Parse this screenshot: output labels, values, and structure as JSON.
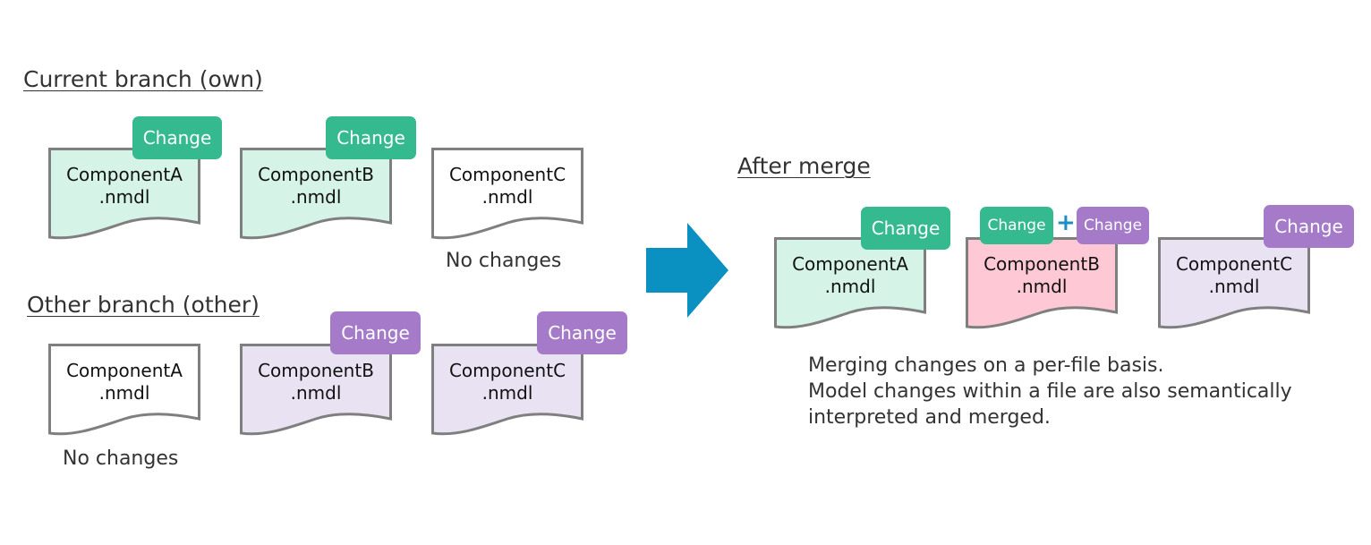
{
  "colors": {
    "green_tag": "#35b98f",
    "purple_tag": "#a57ac9",
    "green_fill": "#d5f3e7",
    "purple_fill": "#e8e2f2",
    "pink_fill": "#fec8d4",
    "white_fill": "#ffffff",
    "doc_border": "#7f7f7f",
    "arrow": "#0a91c2"
  },
  "own": {
    "title": "Current branch (own)",
    "files": [
      {
        "name": "ComponentA",
        "ext": ".nmdl",
        "tag": "Change"
      },
      {
        "name": "ComponentB",
        "ext": ".nmdl",
        "tag": "Change"
      },
      {
        "name": "ComponentC",
        "ext": ".nmdl",
        "note": "No changes"
      }
    ]
  },
  "other": {
    "title": "Other branch (other)",
    "files": [
      {
        "name": "ComponentA",
        "ext": ".nmdl",
        "note": "No changes"
      },
      {
        "name": "ComponentB",
        "ext": ".nmdl",
        "tag": "Change"
      },
      {
        "name": "ComponentC",
        "ext": ".nmdl",
        "tag": "Change"
      }
    ]
  },
  "merged": {
    "title": "After merge",
    "plus": "+",
    "files": [
      {
        "name": "ComponentA",
        "ext": ".nmdl",
        "tag": "Change"
      },
      {
        "name": "ComponentB",
        "ext": ".nmdl",
        "tag_own": "Change",
        "tag_other": "Change"
      },
      {
        "name": "ComponentC",
        "ext": ".nmdl",
        "tag": "Change"
      }
    ],
    "description": [
      "Merging changes on a per-file basis.",
      "Model changes within a file are also semantically",
      "interpreted and merged."
    ]
  }
}
